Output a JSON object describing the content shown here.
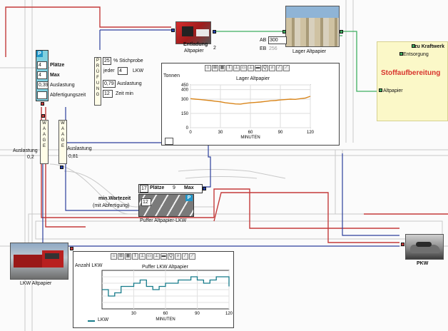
{
  "colors": {
    "route_red": "#c43b3b",
    "route_blue": "#2c3f9c",
    "route_green": "#3fae5f",
    "stoff_bg": "#fbf8c8",
    "stoff_title": "#d8342d",
    "chart_line": "#d9851a",
    "chart2_line": "#167b8a"
  },
  "entladung": {
    "title": "Entladung",
    "subtitle": "Altpapier",
    "value": "2"
  },
  "lager": {
    "ab_label": "AB",
    "ab_value": "300",
    "eb_label": "EB",
    "eb_value": "256",
    "caption": "Lager Altpapier"
  },
  "stoff": {
    "title": "Stoffaufbereitung",
    "link_kraftwerk": "zu Kraftwerk",
    "link_entsorgung": "Entsorgung",
    "link_altpapier": "Altpapier"
  },
  "parking": {
    "p_icon": "P",
    "row1_num": "4",
    "row1_label": "Plätze",
    "row2_num": "4",
    "row2_label": "Max",
    "row3_num": "0,39",
    "row3_label": "Auslastung",
    "row4_label": "Abfertigungszeit"
  },
  "stichprobe": {
    "percent_value": "25",
    "percent_label": "% Stichprobe",
    "jeder_label": "jeder",
    "jeder_value": "4",
    "lkw_label": "LKW",
    "aus_value": "0,79",
    "aus_label": "Auslastung",
    "zeit_value": "12",
    "zeit_label": "Zeit min",
    "vertical_letters": [
      "P",
      "R",
      "Ü",
      "F",
      "U",
      "N",
      "G"
    ]
  },
  "waage": {
    "left_label": "Auslastung",
    "left_value": "0,2",
    "right_label": "Auslastung",
    "right_value": "0,81",
    "left_letters": [
      "W",
      "A",
      "A",
      "G",
      "E"
    ],
    "right_letters": [
      "W",
      "A",
      "A",
      "G",
      "E"
    ]
  },
  "chart1": {
    "tools": [
      "⌂",
      "⊞",
      "▦",
      "T",
      "⊥",
      "▭",
      "⊥",
      "▬",
      "Q",
      "⌕",
      "⁄",
      "⟋"
    ],
    "title": "Lager Altpapier",
    "ylabel": "Tonnen",
    "footer": "MINUTEN"
  },
  "puffer": {
    "plaetze_num": "17",
    "plaetze_label": "Plätze",
    "max_num": "9",
    "max_label": "Max",
    "wait_title": "min.Wartezeit",
    "wait_sub": "(mit Abfertigung)",
    "field_value": "12",
    "p_icon": "P",
    "caption": "Puffer Altpapier-LKW"
  },
  "chart2": {
    "tools": [
      "⌂",
      "⊞",
      "▦",
      "T",
      "⊥",
      "▭",
      "⊥",
      "▬",
      "Q",
      "⌕",
      "⁄",
      "⟋"
    ],
    "ylabel": "Anzahl LKW",
    "title": "Puffer LKW Altpapier",
    "footer": "MINUTEN",
    "legend": "LKW"
  },
  "lkw": {
    "caption": "LKW Altpapier"
  },
  "pkw": {
    "caption": "PKW"
  },
  "chart_data": [
    {
      "type": "line",
      "title": "Lager Altpapier",
      "ylabel": "Tonnen",
      "xlabel": "MINUTEN",
      "yticks": [
        "450",
        "400",
        "300",
        "150",
        "0"
      ],
      "xticks": [
        "0",
        "30",
        "60",
        "90",
        "120"
      ],
      "xlim": [
        0,
        120
      ],
      "ylim": [
        0,
        450
      ],
      "series": [
        {
          "x": [
            0,
            5,
            10,
            15,
            20,
            25,
            30,
            35,
            40,
            45,
            50,
            55,
            60,
            65,
            70,
            75,
            80,
            85,
            90,
            95,
            100,
            105,
            110,
            115,
            120
          ],
          "y": [
            305,
            300,
            296,
            290,
            285,
            278,
            272,
            262,
            256,
            250,
            248,
            256,
            262,
            266,
            270,
            276,
            283,
            286,
            292,
            296,
            300,
            298,
            305,
            312,
            330
          ]
        }
      ]
    },
    {
      "type": "line",
      "title": "Puffer LKW Altpapier",
      "ylabel": "Anzahl LKW",
      "xlabel": "MINUTEN",
      "xticks": [
        "30",
        "60",
        "90",
        "120"
      ],
      "xlim": [
        0,
        120
      ],
      "ylim": [
        0,
        12
      ],
      "series": [
        {
          "name": "LKW",
          "x": [
            0,
            6,
            12,
            18,
            24,
            30,
            36,
            42,
            48,
            54,
            60,
            66,
            72,
            78,
            84,
            90,
            96,
            102,
            108,
            114,
            120
          ],
          "y": [
            6,
            4,
            5,
            7,
            7,
            8,
            9,
            7,
            6,
            7,
            8,
            8,
            9,
            9,
            10,
            9,
            8,
            9,
            10,
            10,
            7
          ]
        }
      ]
    }
  ]
}
